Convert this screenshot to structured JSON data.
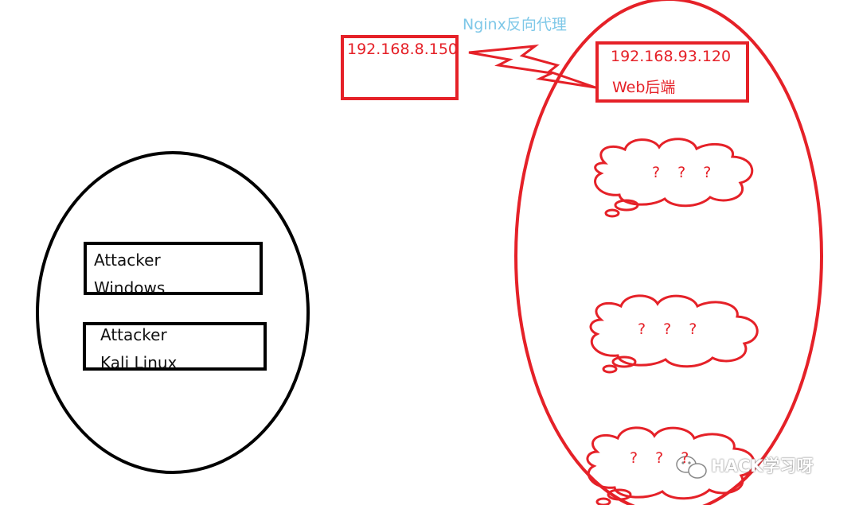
{
  "caption": "Nginx反向代理",
  "proxy_box": {
    "ip": "192.168.8.150"
  },
  "backend_box": {
    "ip": "192.168.93.120",
    "label": "Web后端"
  },
  "attacker_windows": {
    "line1": "Attacker",
    "line2": "Windows"
  },
  "attacker_kali": {
    "line1": "Attacker",
    "line2": "Kali Linux"
  },
  "clouds": [
    {
      "text": "? ? ?"
    },
    {
      "text": "? ? ?"
    },
    {
      "text": "? ? ?"
    }
  ],
  "watermark": "HACK学习呀",
  "colors": {
    "red": "#e52128",
    "black": "#000000",
    "caption": "#7fc8e8"
  }
}
